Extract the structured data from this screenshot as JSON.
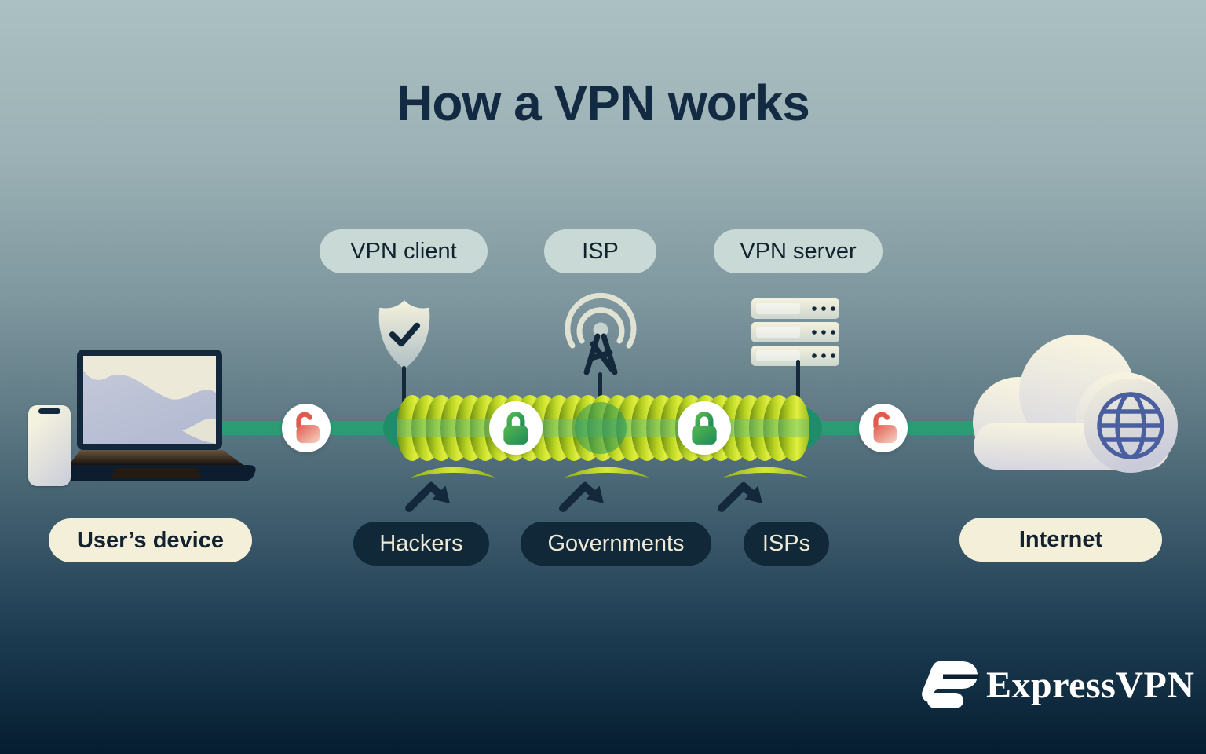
{
  "title": "How a VPN works",
  "nodes": {
    "vpn_client": "VPN client",
    "isp": "ISP",
    "vpn_server": "VPN server"
  },
  "labels": {
    "users_device": "User’s device",
    "hackers": "Hackers",
    "governments": "Governments",
    "isps": "ISPs",
    "internet": "Internet"
  },
  "brand": {
    "wordmark": "ExpressVPN"
  },
  "icons": {
    "vpn_client": "shield-check-icon",
    "isp": "radio-tower-icon",
    "vpn_server": "server-stack-icon",
    "unencrypted": "open-lock-icon",
    "encrypted": "closed-lock-icon",
    "internet": "cloud-globe-icon",
    "user_device": "laptop-and-phone-icon",
    "blocked_threat": "deflected-arrow-icon",
    "brand": "expressvpn-logo-icon"
  },
  "colors": {
    "background_top": "#abc0c2",
    "background_bottom": "#051d30",
    "title_text": "#132b42",
    "node_pill_bg": "#c9d9d5",
    "node_pill_text": "#10222e",
    "threat_pill_bg": "#112839",
    "threat_pill_text": "#eeead6",
    "cream_pill_bg": "#f3efd9",
    "cream_pill_text": "#13222e",
    "connection_green": "#2b9c74",
    "tunnel_yellow_green": "#d7e83a",
    "lock_secure_green": "#2f9e52",
    "lock_open_red": "#e2594d",
    "globe_blue": "#4a5fa0"
  }
}
